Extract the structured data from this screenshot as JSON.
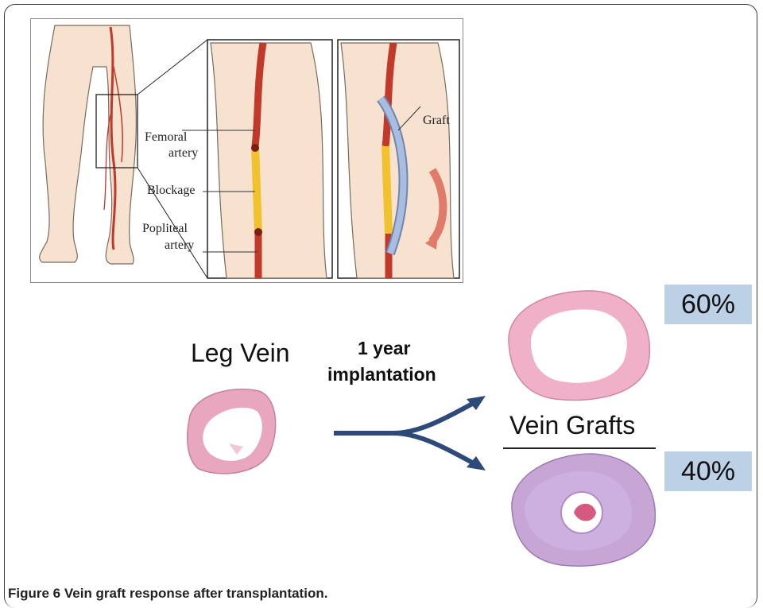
{
  "illustration": {
    "label_femoral_1": "Femoral",
    "label_femoral_2": "artery",
    "label_blockage": "Blockage",
    "label_popliteal_1": "Popliteal",
    "label_popliteal_2": "artery",
    "label_graft": "Graft"
  },
  "diagram": {
    "leg_vein": "Leg Vein",
    "arrow_label_1": "1 year",
    "arrow_label_2": "implantation",
    "vein_grafts": "Vein Grafts",
    "pct_top": "60%",
    "pct_bottom": "40%",
    "pct_color": "#bcd0e6",
    "arrow_color": "#2d4a7a"
  },
  "caption": {
    "label": "Figure 6",
    "text": "Vein graft response after transplantation."
  }
}
